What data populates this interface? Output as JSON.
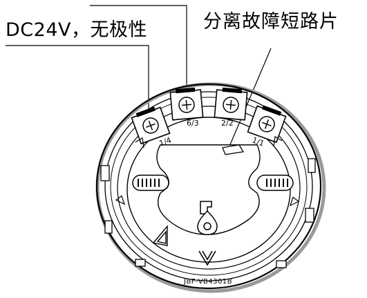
{
  "callouts": {
    "power_label": "DC24V，无极性",
    "short_isolator_label": "分离故障短路片"
  },
  "terminals": [
    {
      "label": "1/4"
    },
    {
      "label": "6/3"
    },
    {
      "label": "2/2"
    },
    {
      "label": "1/1"
    }
  ],
  "base_marking": "JBF-VB4301B",
  "colors": {
    "line": "#000000",
    "background": "#ffffff",
    "shadow": "#bdbdbd"
  }
}
